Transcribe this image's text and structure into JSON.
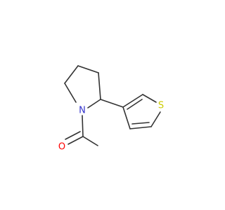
{
  "molecule": {
    "atoms": {
      "nitrogen": {
        "symbol": "N",
        "color": "#3333cc"
      },
      "oxygen": {
        "symbol": "O",
        "color": "#ff0000"
      },
      "sulfur": {
        "symbol": "S",
        "color": "#cccc00"
      }
    },
    "bond_color": "#333333"
  }
}
